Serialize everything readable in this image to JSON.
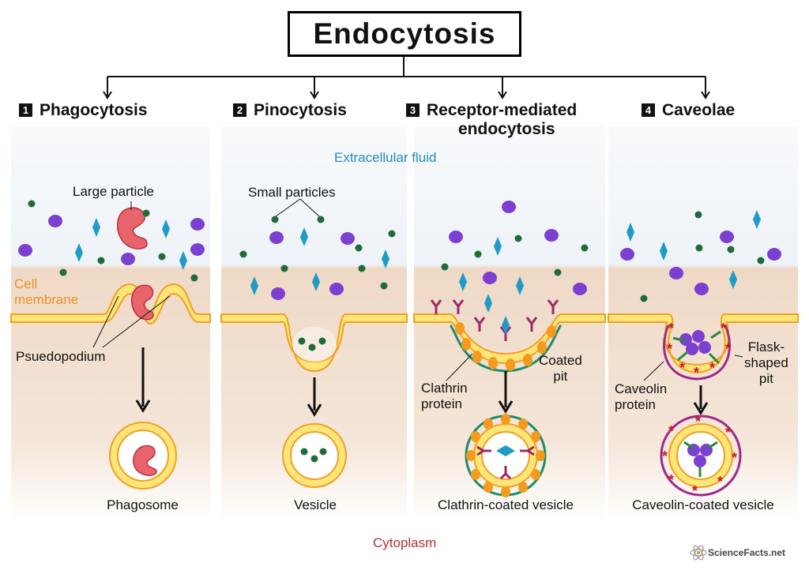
{
  "title": "Endocytosis",
  "panels": [
    {
      "num": "1",
      "heading": "Phagocytosis",
      "caption": "Phagosome"
    },
    {
      "num": "2",
      "heading": "Pinocytosis",
      "caption": "Vesicle"
    },
    {
      "num": "3",
      "heading_line1": "Receptor-mediated",
      "heading_line2": "endocytosis",
      "caption": "Clathrin-coated vesicle"
    },
    {
      "num": "4",
      "heading": "Caveolae",
      "caption": "Caveolin-coated vesicle"
    }
  ],
  "labels": {
    "extracellular": "Extracellular fluid",
    "cytoplasm": "Cytoplasm",
    "cell_membrane_1": "Cell",
    "cell_membrane_2": "membrane",
    "large_particle": "Large particle",
    "psuedopodium": "Psuedopodium",
    "small_particles": "Small particles",
    "coated_pit_1": "Coated",
    "coated_pit_2": "pit",
    "clathrin_1": "Clathrin",
    "clathrin_2": "protein",
    "flask_1": "Flask-",
    "flask_2": "shaped",
    "flask_3": "pit",
    "caveolin_1": "Caveolin",
    "caveolin_2": "protein"
  },
  "logo": "ScienceFacts.net",
  "colors": {
    "membrane_fill": "#fde57a",
    "membrane_edge": "#f0a020",
    "extracellular_bg": "#f2f6fa",
    "cytoplasm_bg": "#efd8c4",
    "large_particle": "#e9636c",
    "purple_particle": "#7b3fd1",
    "green_particle": "#1f6b3a",
    "cyan_particle": "#1e9cc7",
    "clathrin": "#1d8c6a",
    "caveolin": "#9c2a8c"
  }
}
